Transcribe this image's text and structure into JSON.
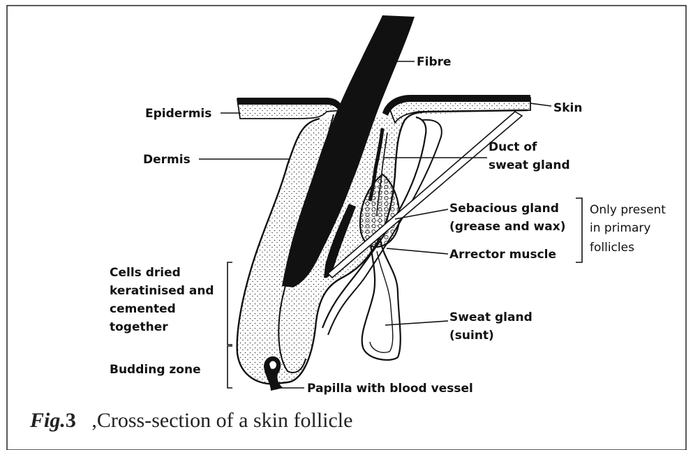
{
  "labels": {
    "fibre": "Fibre",
    "skin": "Skin",
    "epidermis": "Epidermis",
    "dermis": "Dermis",
    "duct_line1": "Duct of",
    "duct_line2": "sweat gland",
    "sebaceous_line1": "Sebacious gland",
    "sebaceous_line2": "(grease and wax)",
    "primary_line1": "Only present",
    "primary_line2": "in primary",
    "primary_line3": "follicles",
    "arrector": "Arrector muscle",
    "cells_line1": "Cells dried",
    "cells_line2": "keratinised and",
    "cells_line3": "cemented",
    "cells_line4": "together",
    "budding": "Budding zone",
    "sweat_line1": "Sweat gland",
    "sweat_line2": "(suint)",
    "papilla": "Papilla with blood vessel"
  },
  "caption": {
    "fig": "Fig.",
    "number": "3",
    "text": ",Cross-section of a skin follicle"
  },
  "colors": {
    "ink": "#111111",
    "paper": "#ffffff",
    "frame": "#222222"
  }
}
